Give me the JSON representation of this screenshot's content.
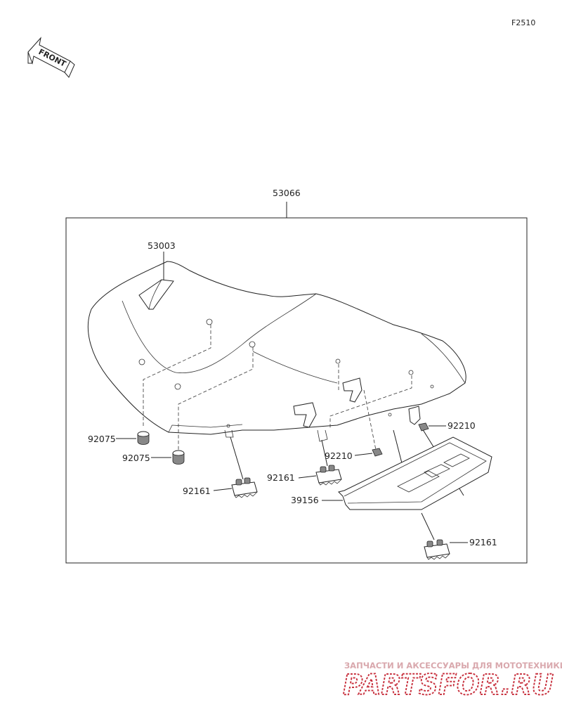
{
  "figure_code": "F2510",
  "front_label": "FRONT",
  "parts": {
    "assembly": "53066",
    "seat_cover": "53003",
    "damper_1": "92075",
    "damper_2": "92075",
    "nut_1": "92210",
    "nut_2": "92210",
    "clip_1": "92161",
    "clip_2": "92161",
    "clip_3": "92161",
    "pad": "39156"
  },
  "watermark": {
    "line1": "ЗАПЧАСТИ И АКСЕССУАРЫ ДЛЯ МОТОТЕХНИКИ",
    "line2": "PARTSFOR.RU"
  }
}
